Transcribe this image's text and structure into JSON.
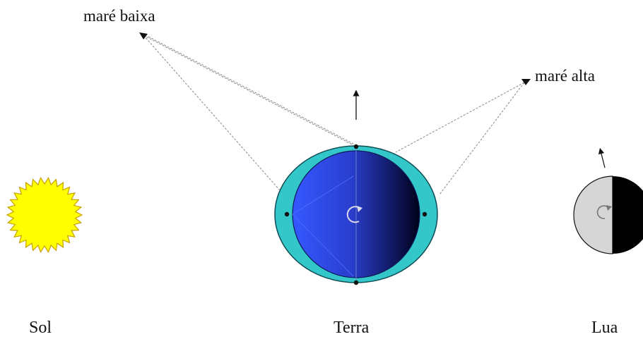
{
  "labels": {
    "low_tide": "maré baixa",
    "high_tide": "maré alta",
    "sun": "Sol",
    "earth": "Terra",
    "moon": "Lua"
  },
  "colors": {
    "sun_fill": "#ffff00",
    "sun_edge": "#c8a000",
    "tide_bulge": "#33c7c9",
    "earth_light": "#3a5cff",
    "earth_dark": "#000018",
    "moon_light": "#d6d6d6",
    "moon_dark": "#000000",
    "guide_line": "#888888"
  }
}
